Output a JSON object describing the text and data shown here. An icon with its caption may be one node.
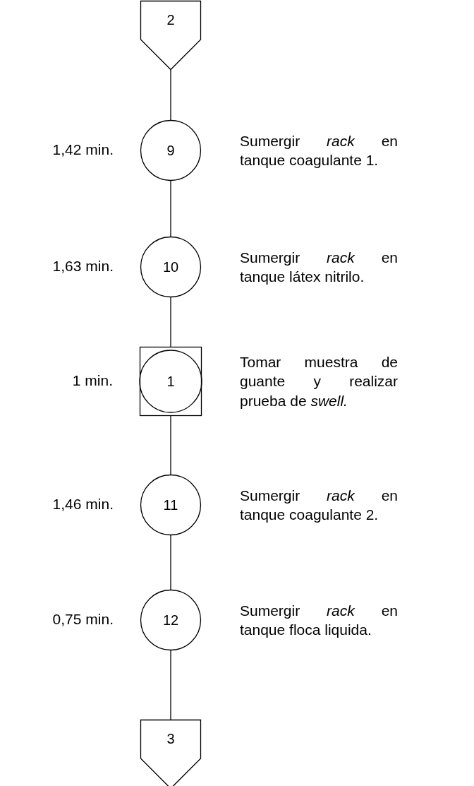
{
  "diagram": {
    "nodes": [
      {
        "text": [
          "2"
        ]
      },
      {
        "text": [
          "9"
        ],
        "beside": [
          "1,42 min.",
          "Sumergir *rack* en tanque coagulante 1."
        ]
      },
      {
        "text": [
          "10"
        ],
        "beside": [
          "1,63 min.",
          "Sumergir *rack* en tanque látex nitrilo."
        ]
      },
      {
        "text": [
          "1"
        ],
        "beside": [
          "1 min.",
          "Tomar muestra de guante y realizar prueba de *swell.*"
        ]
      },
      {
        "text": [
          "11"
        ],
        "beside": [
          "1,46 min.",
          "Sumergir *rack* en tanque coagulante 2."
        ]
      },
      {
        "text": [
          "12"
        ],
        "beside": [
          "0,75 min.",
          "Sumergir *rack* en tanque floca liquida."
        ]
      },
      {
        "text": [
          "3"
        ]
      }
    ],
    "edges": [
      {
        "from": 0,
        "to": 1,
        "arrow": "none"
      },
      {
        "from": 1,
        "to": 2,
        "arrow": "none"
      },
      {
        "from": 2,
        "to": 3,
        "arrow": "none"
      },
      {
        "from": 3,
        "to": 4,
        "arrow": "none"
      },
      {
        "from": 4,
        "to": 5,
        "arrow": "none"
      },
      {
        "from": 5,
        "to": 6,
        "arrow": "none"
      }
    ]
  }
}
